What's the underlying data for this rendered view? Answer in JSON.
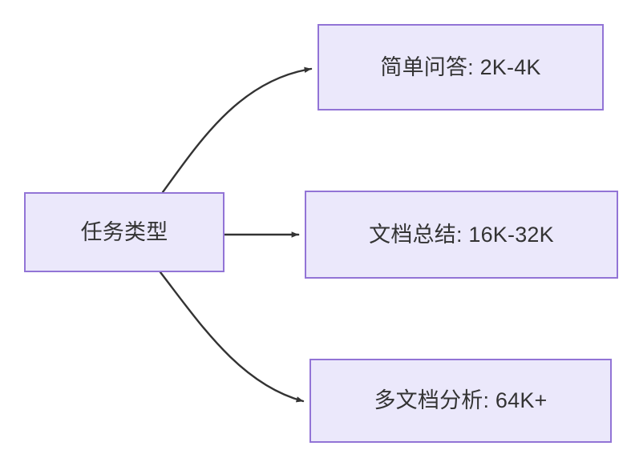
{
  "diagram": {
    "type": "flowchart",
    "direction": "left-to-right",
    "background_color": "#ffffff",
    "node_fill_color": "#ebe8fb",
    "node_border_color": "#9274d6",
    "node_text_color": "#333333",
    "edge_color": "#333333",
    "root": {
      "id": "root",
      "label": "任务类型"
    },
    "branches": [
      {
        "id": "simple-qa",
        "label": "简单问答: 2K-4K",
        "task": "简单问答",
        "range": "2K-4K",
        "edge_style": "curved"
      },
      {
        "id": "doc-summary",
        "label": "文档总结: 16K-32K",
        "task": "文档总结",
        "range": "16K-32K",
        "edge_style": "straight"
      },
      {
        "id": "multi-doc",
        "label": "多文档分析: 64K+",
        "task": "多文档分析",
        "range": "64K+",
        "edge_style": "curved"
      }
    ]
  }
}
